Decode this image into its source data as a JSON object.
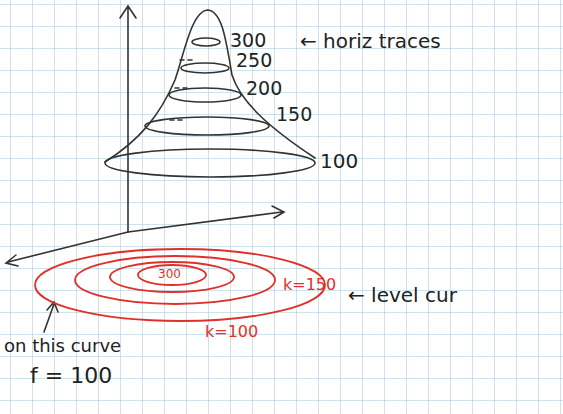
{
  "diagram": {
    "labels": [
      "300",
      "250",
      "200",
      "150",
      "← horiz traces",
      "100",
      "300",
      "k=150",
      "← level cur",
      "k=100",
      "on this curve",
      "f = 100"
    ]
  }
}
